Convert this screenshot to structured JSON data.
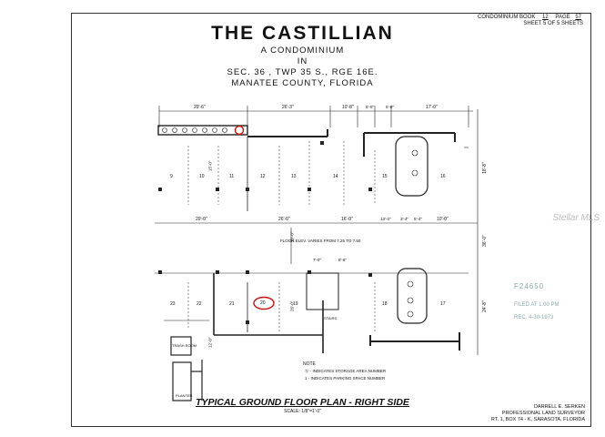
{
  "header": {
    "title": "THE CASTILLIAN",
    "subtitle_1": "A CONDOMINIUM",
    "subtitle_2": "IN",
    "subtitle_3": "SEC. 36 , TWP 35 S., RGE 16E.",
    "subtitle_4": "MANATEE COUNTY, FLORIDA"
  },
  "book_ref": {
    "label": "CONDOMINIUM BOOK",
    "book": "12",
    "page_label": "PAGE",
    "page": "57",
    "sheet": "SHEET 5 OF 5 SHEETS"
  },
  "plan": {
    "title": "TYPICAL GROUND FLOOR PLAN - RIGHT SIDE",
    "scale": "SCALE: 1/8\"=1'-0\"",
    "floor_note": "FLOOR ELEV. VARIES FROM 7.25 TO 7.50",
    "stairs": "STAIRS",
    "trash_room": "TRASH ROOM",
    "planter": "PLANTER",
    "note_heading": "NOTE",
    "note_1": "Ⓢ - INDICATES STORAGE AREA NUMBER",
    "note_2": "1 - INDICATES PARKING SPACE NUMBER",
    "top_spaces": [
      "9",
      "10",
      "11",
      "12",
      "13",
      "14",
      "15",
      "16"
    ],
    "bottom_spaces": [
      "23",
      "22",
      "21",
      "20",
      "19",
      "18",
      "17"
    ],
    "top_dims": [
      "29'-6\"",
      "26'-3\"",
      "10'-8\"",
      "5'-0\"",
      "5'-0\"",
      "17'-0\""
    ],
    "mid_dims": [
      "29'-0\"",
      "26'-0\"",
      "16'-0\"",
      "13'-4\"",
      "3'-4\"",
      "5'-4\"",
      "10'-0\""
    ],
    "right_dims": [
      "18'-8\"",
      "36'-0\"",
      "24'-8\""
    ],
    "inner_dims": [
      "7'-0\"",
      "8'-6\"",
      "10'-0\"",
      "26'-0\"",
      "15'-0\"",
      "12'-0\""
    ]
  },
  "surveyor": {
    "name": "DARRELL E. SERKEN",
    "title": "PROFESSIONAL LAND SURVEYOR",
    "address": "RT. 1, BOX 74 - K, SARASOTA, FLORIDA"
  },
  "stamps": {
    "number": "F24650",
    "filed": "FILED AT 1:00 PM",
    "rec": "REC. 4-30-1973"
  },
  "watermark": "Stellar MLS"
}
